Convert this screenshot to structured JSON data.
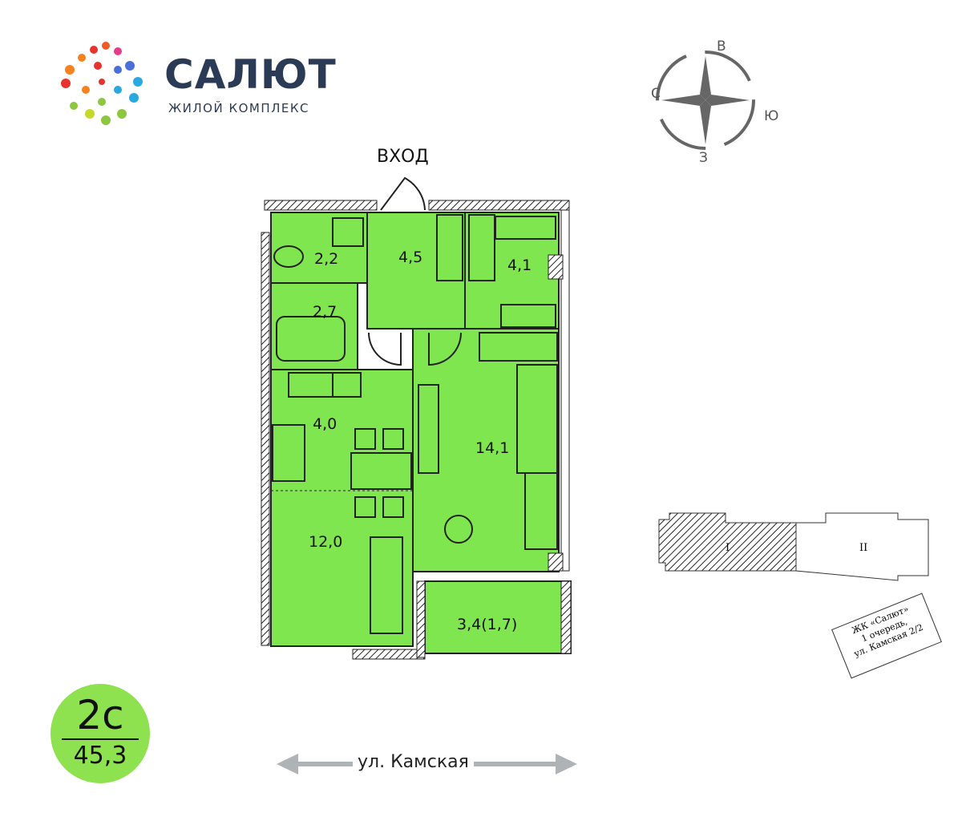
{
  "logo": {
    "title": "САЛЮТ",
    "subtitle": "ЖИЛОЙ КОМПЛЕКС"
  },
  "compass": {
    "north": "С",
    "east": "В",
    "south": "Ю",
    "west": "З"
  },
  "plan": {
    "entry_label": "ВХОД",
    "rooms": [
      {
        "name": "toilet",
        "area": "2,2"
      },
      {
        "name": "hallway",
        "area": "4,5"
      },
      {
        "name": "wardrobe",
        "area": "4,1"
      },
      {
        "name": "bathroom",
        "area": "2,7"
      },
      {
        "name": "kitchen",
        "area": "4,0"
      },
      {
        "name": "living-room",
        "area": "12,0"
      },
      {
        "name": "bedroom",
        "area": "14,1"
      },
      {
        "name": "balcony",
        "area": "3,4(1,7)"
      }
    ],
    "fill_color": "#80e650"
  },
  "building": {
    "section_1": "I",
    "section_2": "II"
  },
  "address_tag": {
    "line1": "ЖК «Салют»",
    "line2": "1 очередь,",
    "line3": "ул. Камская 2/2"
  },
  "apartment": {
    "type": "2с",
    "area": "45,3"
  },
  "street": {
    "label": "ул. Камская"
  }
}
